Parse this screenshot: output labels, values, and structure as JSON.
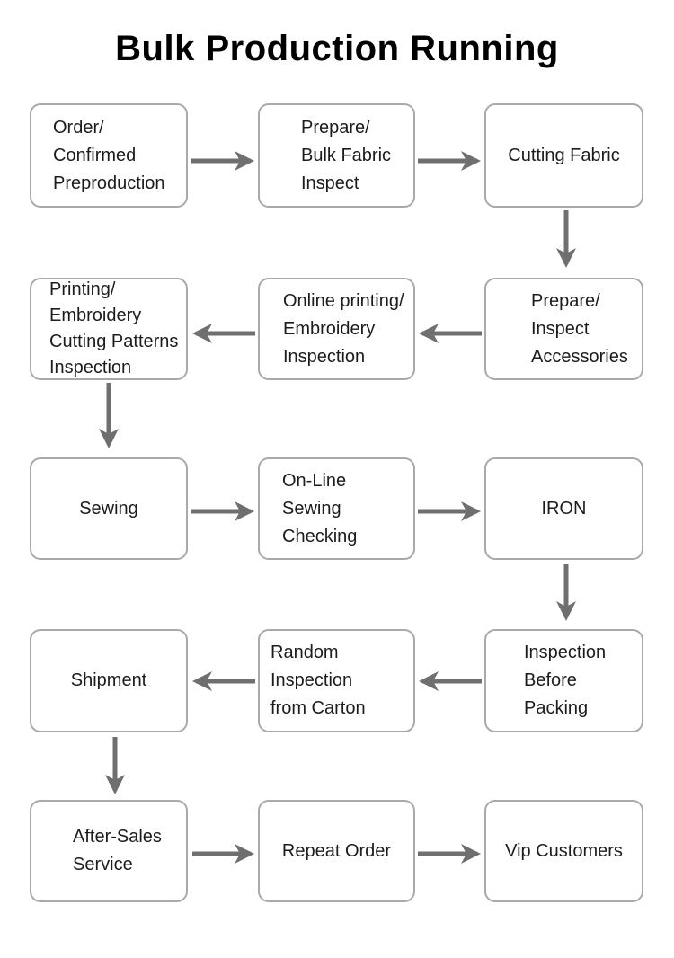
{
  "title": "Bulk Production Running",
  "colors": {
    "arrow": "#6f6f6f",
    "box-border": "#a9a9a9",
    "text": "#1c1c1c"
  },
  "flow": {
    "nodes": [
      {
        "id": "order",
        "lines": [
          "Order/",
          "Confirmed",
          "Preproduction"
        ]
      },
      {
        "id": "prepare-bulk-fabric",
        "lines": [
          "Prepare/",
          "Bulk Fabric",
          "Inspect"
        ]
      },
      {
        "id": "cutting-fabric",
        "lines": [
          "Cutting Fabric"
        ]
      },
      {
        "id": "prepare-inspect-accessories",
        "lines": [
          "Prepare/",
          "Inspect",
          "Accessories"
        ]
      },
      {
        "id": "online-printing",
        "lines": [
          "Online printing/",
          "Embroidery",
          "Inspection"
        ]
      },
      {
        "id": "printing-embroidery",
        "lines": [
          "Printing/",
          "Embroidery",
          "Cutting Patterns",
          "Inspection"
        ]
      },
      {
        "id": "sewing",
        "lines": [
          "Sewing"
        ]
      },
      {
        "id": "online-sewing-checking",
        "lines": [
          "On-Line",
          "Sewing Checking"
        ]
      },
      {
        "id": "iron",
        "lines": [
          "IRON"
        ]
      },
      {
        "id": "inspection-before-packing",
        "lines": [
          "Inspection",
          "Before Packing"
        ]
      },
      {
        "id": "random-inspection-carton",
        "lines": [
          "Random Inspection",
          "from Carton"
        ]
      },
      {
        "id": "shipment",
        "lines": [
          "Shipment"
        ]
      },
      {
        "id": "after-sales-service",
        "lines": [
          "After-Sales",
          "Service"
        ]
      },
      {
        "id": "repeat-order",
        "lines": [
          "Repeat Order"
        ]
      },
      {
        "id": "vip-customers",
        "lines": [
          "Vip Customers"
        ]
      }
    ]
  }
}
